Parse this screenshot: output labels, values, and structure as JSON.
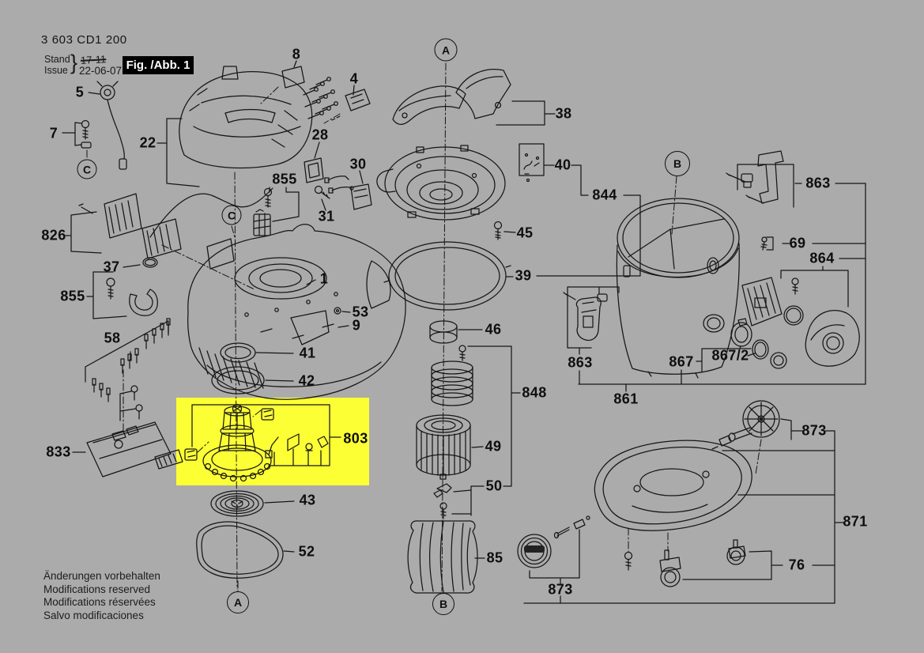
{
  "header": {
    "part_code": "3 603 CD1 200",
    "stand_label": "Stand",
    "issue_label": "Issue",
    "brace": "}",
    "superseded_date": "17-11",
    "issue_date": "22-06-07",
    "figure_label": "Fig. /Abb. 1"
  },
  "footer": {
    "line1": "Änderungen vorbehalten",
    "line2": "Modifications reserved",
    "line3": "Modifications réservées",
    "line4": "Salvo modificaciones"
  },
  "highlight": {
    "part": "803",
    "color": "#fdff35"
  },
  "colors": {
    "background": "#ababab",
    "line": "#161616",
    "fig_box_bg": "#000000",
    "fig_box_text": "#ffffff",
    "highlight": "#fdff35"
  },
  "refs": {
    "a1": "A",
    "a2": "A",
    "b1": "B",
    "b2": "B",
    "c1": "C",
    "c2": "C"
  },
  "labels": {
    "l5": "5",
    "l7": "7",
    "l22": "22",
    "l826": "826",
    "l37": "37",
    "l855a": "855",
    "l58": "58",
    "l833": "833",
    "l8": "8",
    "l4": "4",
    "l28": "28",
    "l855b": "855",
    "l30": "30",
    "l31": "31",
    "l1": "1",
    "l53": "53",
    "l9": "9",
    "l41": "41",
    "l42": "42",
    "l803": "803",
    "l43": "43",
    "l52": "52",
    "l38": "38",
    "l40": "40",
    "l844": "844",
    "l45": "45",
    "l39": "39",
    "l46": "46",
    "l848": "848",
    "l49": "49",
    "l50": "50",
    "l85": "85",
    "l863a": "863",
    "l69": "69",
    "l864": "864",
    "l863b": "863",
    "l867": "867",
    "l867_2": "867/2",
    "l861": "861",
    "l873a": "873",
    "l871": "871",
    "l76": "76",
    "l873b": "873"
  }
}
